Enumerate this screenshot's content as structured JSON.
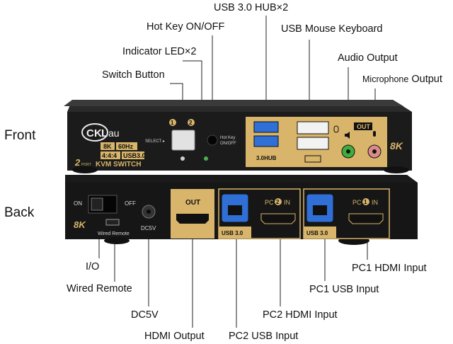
{
  "side_labels": {
    "front": "Front",
    "back": "Back"
  },
  "callouts": {
    "usb_hub": "USB 3.0 HUB×2",
    "hotkey": "Hot Key ON/OFF",
    "usb_mouse_keyboard": "USB Mouse Keyboard",
    "indicator_led": "Indicator LED×2",
    "audio_output": "Audio Output",
    "switch_button": "Switch Button",
    "microphone_output_prefix": "Microphone",
    "microphone_output_suffix": "Output",
    "io": "I/O",
    "wired_remote": "Wired Remote",
    "dc5v": "DC5V",
    "hdmi_output": "HDMI Output",
    "pc2_usb_input": "PC2 USB Input",
    "pc2_hdmi_input": "PC2 HDMI Input",
    "pc1_usb_input": "PC1 USB Input",
    "pc1_hdmi_input": "PC1 HDMI Input"
  },
  "front_panel": {
    "brand_c": "C",
    "brand_k": "K",
    "brand_l": "L",
    "brand_rest": "au",
    "spec_8k": "8K",
    "spec_60hz": "60Hz",
    "spec_444": "4:4:4",
    "spec_usb": "USB3.0",
    "product_num": "2",
    "product_port": "PORT",
    "product_name": "KVM SWITCH",
    "port1": "1",
    "port2": "2",
    "select_label": "SELECT ▸",
    "hotkey_line1": "Hot Key",
    "hotkey_line2": "ON/OFF",
    "hub_label": "3.0HUB",
    "out_label": "OUT",
    "badge_8k": "8K"
  },
  "back_panel": {
    "on": "ON",
    "off": "OFF",
    "badge_8k": "8K",
    "wired_remote_small": "Wired Remote",
    "dc5v_small": "DC5V",
    "out": "OUT",
    "pc2_in_prefix": "PC",
    "pc2_num": "2",
    "pc2_in_suffix": "IN",
    "pc1_in_prefix": "PC",
    "pc1_num": "1",
    "pc1_in_suffix": "IN",
    "usb30_a": "USB 3.0",
    "usb30_b": "USB 3.0"
  },
  "colors": {
    "gold": "#d8b56a",
    "device": "#1c1c1c",
    "usb_blue": "#2f6fd6",
    "audio_green": "#3fae3f",
    "mic_pink": "#d98a8a"
  }
}
